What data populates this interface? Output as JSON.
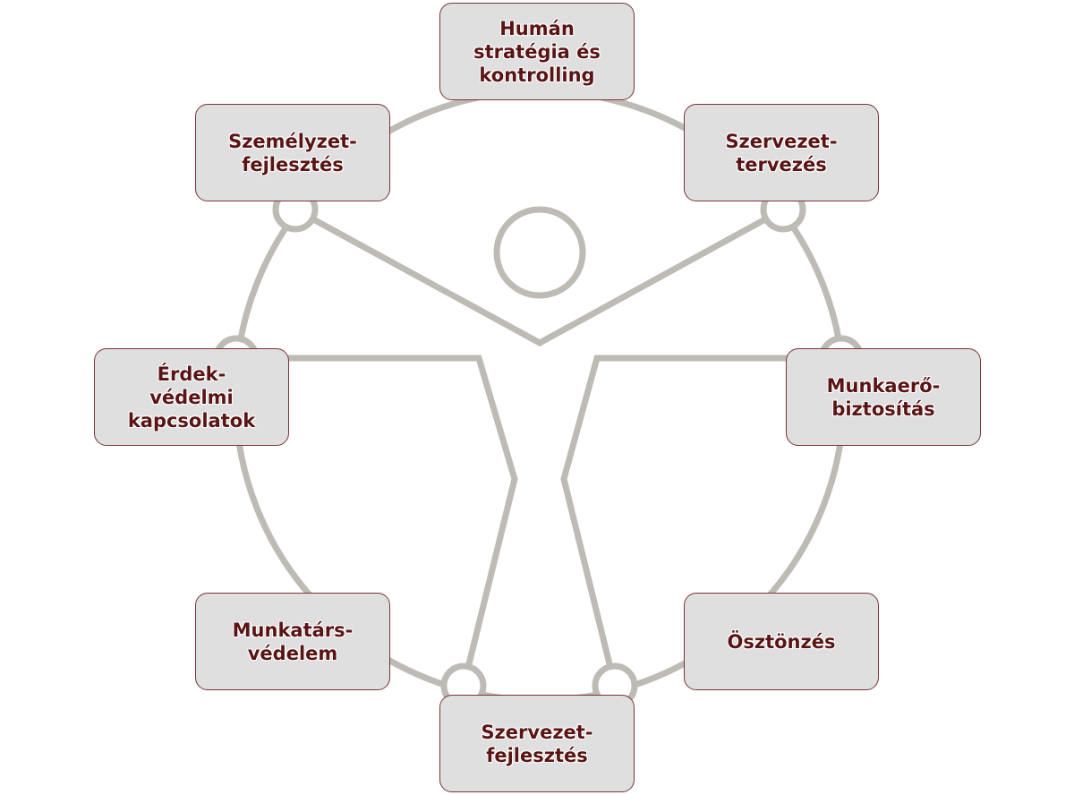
{
  "diagram": {
    "nodes": [
      {
        "id": "top",
        "label": "Humán\nstratégia és\nkontrolling"
      },
      {
        "id": "top-right",
        "label": "Szervezet-\ntervezés"
      },
      {
        "id": "right",
        "label": "Munkaerő-\nbiztosítás"
      },
      {
        "id": "bottom-right",
        "label": "Ösztönzés"
      },
      {
        "id": "bottom",
        "label": "Szervezet-\nfejlesztés"
      },
      {
        "id": "bottom-left",
        "label": "Munkatárs-\nvédelem"
      },
      {
        "id": "left",
        "label": "Érdek-\nvédelmi\nkapcsolatok"
      },
      {
        "id": "top-left",
        "label": "Személyzet-\nfejlesztés"
      }
    ],
    "colors": {
      "figure_stroke": "#bdbbb4",
      "node_fill": "#e0dfdf",
      "node_border": "#7a3535",
      "label_text": "#5a1414"
    }
  }
}
